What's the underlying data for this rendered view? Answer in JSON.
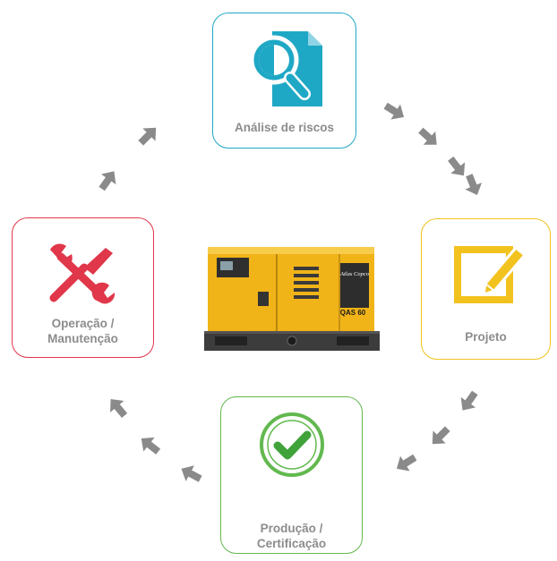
{
  "steps": {
    "analise": {
      "label": "Análise de riscos",
      "color": "#1fa8c5",
      "icon": "document-search-icon"
    },
    "projeto": {
      "label": "Projeto",
      "color": "#f2c21e",
      "icon": "edit-pencil-icon"
    },
    "producao": {
      "label_line1": "Produção /",
      "label_line2": "Certificação",
      "color": "#62b94f",
      "icon": "check-circle-icon"
    },
    "operacao": {
      "label_line1": "Operação /",
      "label_line2": "Manutenção",
      "color": "#e0374a",
      "icon": "tools-icon"
    }
  },
  "center": {
    "brand": "Atlas Copco",
    "model": "QAS 60",
    "icon": "generator-image"
  },
  "arrow_color": "#8a8a8a"
}
